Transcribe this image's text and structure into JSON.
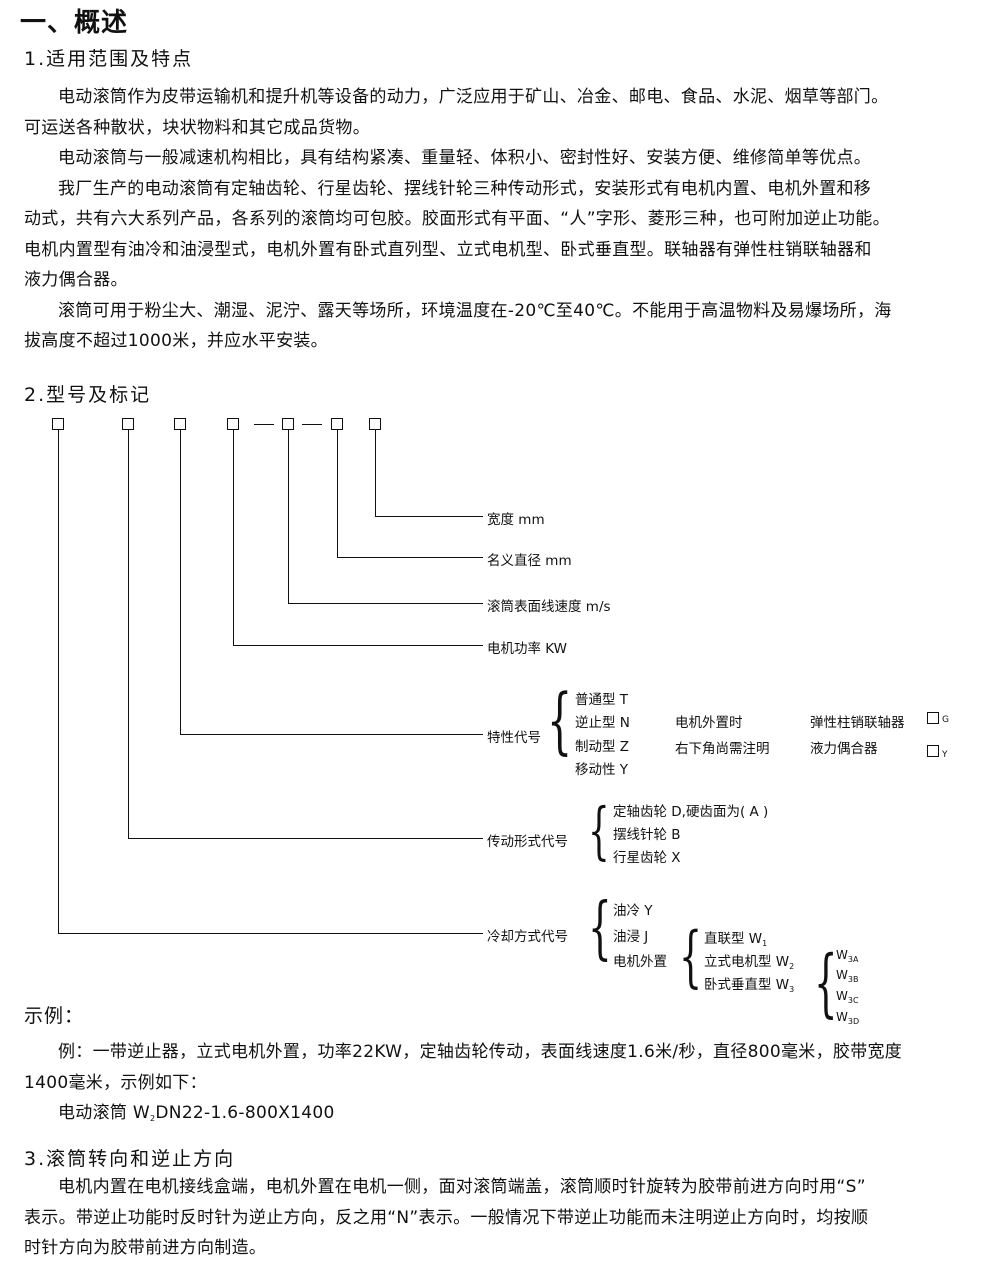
{
  "title": "一、概述",
  "s1": {
    "heading": "1.适用范围及特点",
    "paragraphs": [
      [
        "电动滚筒作为皮带运输机和提升机等设备的动力，广泛应用于矿山、冶金、邮电、食品、水泥、烟草等部门。",
        "可运送各种散状，块状物料和其它成品货物。"
      ],
      [
        "电动滚筒与一般减速机构相比，具有结构紧凑、重量轻、体积小、密封性好、安装方便、维修简单等优点。"
      ],
      [
        "我厂生产的电动滚筒有定轴齿轮、行星齿轮、摆线针轮三种传动形式，安装形式有电机内置、电机外置和移",
        "动式，共有六大系列产品，各系列的滚筒均可包胶。胶面形式有平面、“人”字形、菱形三种，也可附加逆止功能。",
        "电机内置型有油冷和油浸型式，电机外置有卧式直列型、立式电机型、卧式垂直型。联轴器有弹性柱销联轴器和",
        "液力偶合器。"
      ],
      [
        "滚筒可用于粉尘大、潮湿、泥泞、露天等场所，环境温度在-20℃至40℃。不能用于高温物料及易爆场所，海",
        "拔高度不超过1000米，并应水平安装。"
      ]
    ]
  },
  "s2": {
    "heading": "2.型号及标记",
    "labels": {
      "width": "宽度 mm",
      "diameter": "名义直径 mm",
      "speed": "滚筒表面线速度 m/s",
      "power": "电机功率 KW",
      "feature": "特性代号",
      "transmission": "传动形式代号",
      "cooling": "冷却方式代号"
    },
    "feature_items": [
      "普通型 T",
      "逆止型 N",
      "制动型 Z",
      "移动性 Y"
    ],
    "external_note": [
      "电机外置时",
      "右下角尚需注明"
    ],
    "couplings": [
      "弹性柱销联轴器",
      "液力偶合器"
    ],
    "coupling_codes": [
      "G",
      "Y"
    ],
    "transmission_items": [
      "定轴齿轮 D,硬齿面为( A )",
      "摆线针轮 B",
      "行星齿轮 X"
    ],
    "cooling_items": [
      "油冷 Y",
      "油浸 J",
      "电机外置"
    ],
    "external_items": [
      {
        "label": "直联型 W",
        "sub": "1"
      },
      {
        "label": "立式电机型 W",
        "sub": "2"
      },
      {
        "label": "卧式垂直型 W",
        "sub": "3"
      }
    ],
    "w3_items": [
      {
        "label": "W",
        "sub": "3A"
      },
      {
        "label": "W",
        "sub": "3B"
      },
      {
        "label": "W",
        "sub": "3C"
      },
      {
        "label": "W",
        "sub": "3D"
      }
    ]
  },
  "example": {
    "heading": "示例：",
    "lines": [
      "例：一带逆止器，立式电机外置，功率22KW，定轴齿轮传动，表面线速度1.6米/秒，直径800毫米，胶带宽度",
      "1400毫米，示例如下："
    ],
    "model_prefix": "电动滚筒 W",
    "model_sub": "2",
    "model_suffix": "DN22-1.6-800X1400"
  },
  "s3": {
    "heading": "3.滚筒转向和逆止方向",
    "lines": [
      "电机内置在电机接线盒端，电机外置在电机一侧，面对滚筒端盖，滚筒顺时针旋转为胶带前进方向时用“S”",
      "表示。带逆止功能时反时针为逆止方向，反之用“N”表示。一般情况下带逆止功能而未注明逆止方向时，均按顺",
      "时针方向为胶带前进方向制造。"
    ]
  }
}
